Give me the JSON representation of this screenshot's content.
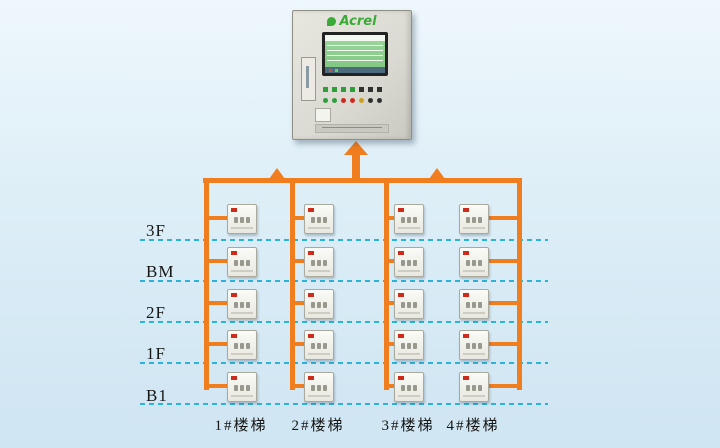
{
  "colors": {
    "bus": "#f07d1e",
    "floor_line": "#2ab4d9",
    "brand_green": "#3aab36",
    "lcd_green": "#9ad49a",
    "cabinet": "#dadad2",
    "label_text": "#161616"
  },
  "controller": {
    "brand": "Acrel",
    "leds_row1": [
      "#2e9e3a",
      "#2e9e3a",
      "#2e9e3a",
      "#2e9e3a",
      "#303030",
      "#303030",
      "#303030"
    ],
    "leds_row2": [
      "#2e9e3a",
      "#2e9e3a",
      "#cf2a1e",
      "#cf2a1e",
      "#caa11c",
      "#303030",
      "#303030"
    ]
  },
  "floors": [
    "3F",
    "BM",
    "2F",
    "1F",
    "B1"
  ],
  "staircases": [
    "1#楼梯",
    "2#楼梯",
    "3#楼梯",
    "4#楼梯"
  ],
  "grid": {
    "rows": 5,
    "cols": 4
  }
}
